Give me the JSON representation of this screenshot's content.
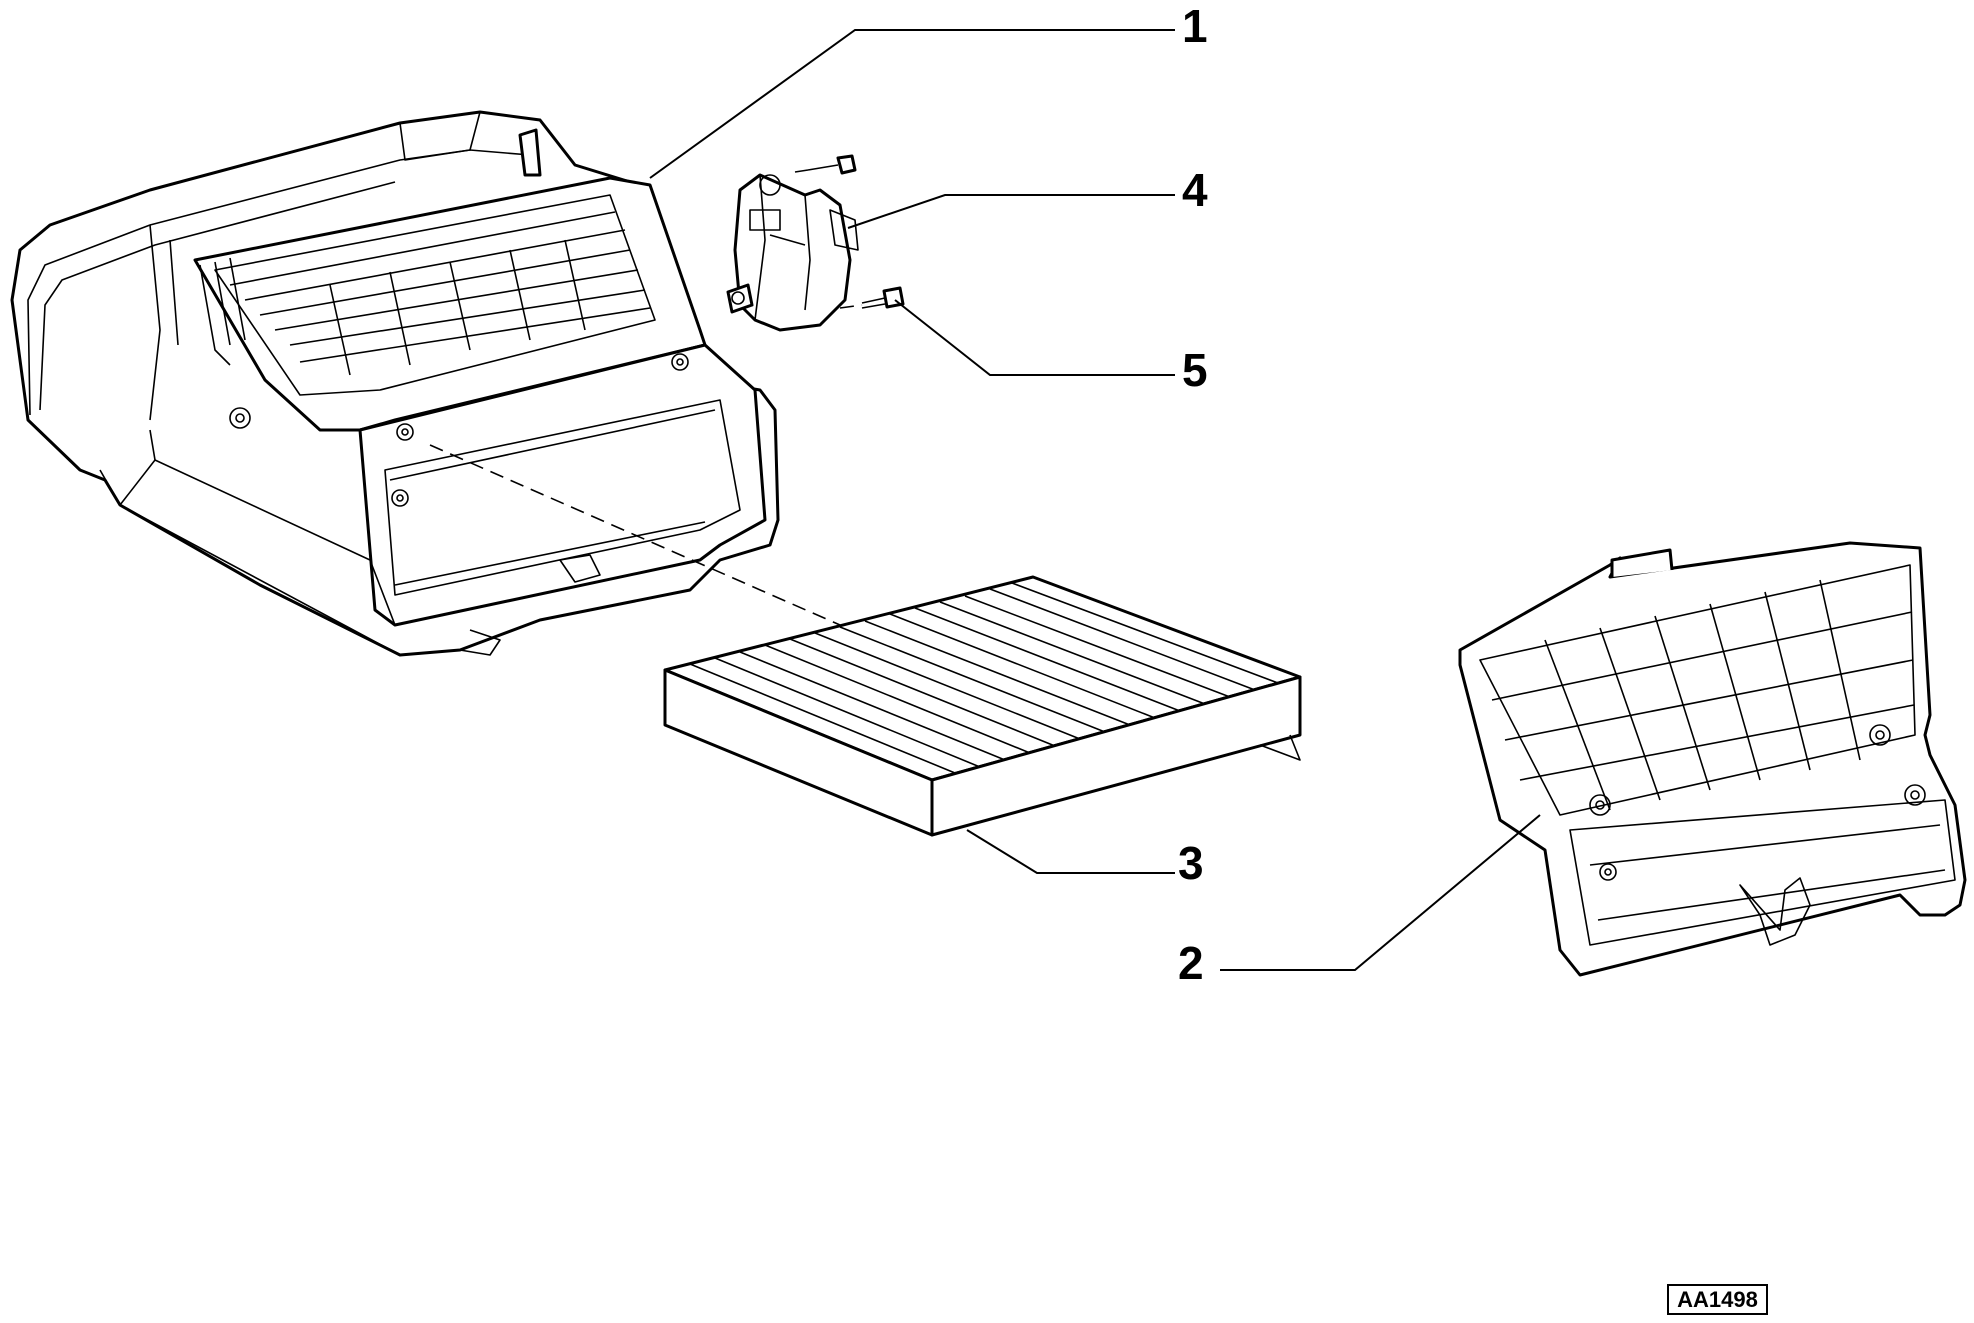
{
  "callouts": {
    "c1": "1",
    "c2": "2",
    "c3": "3",
    "c4": "4",
    "c5": "5"
  },
  "reference_code": "AA1498"
}
